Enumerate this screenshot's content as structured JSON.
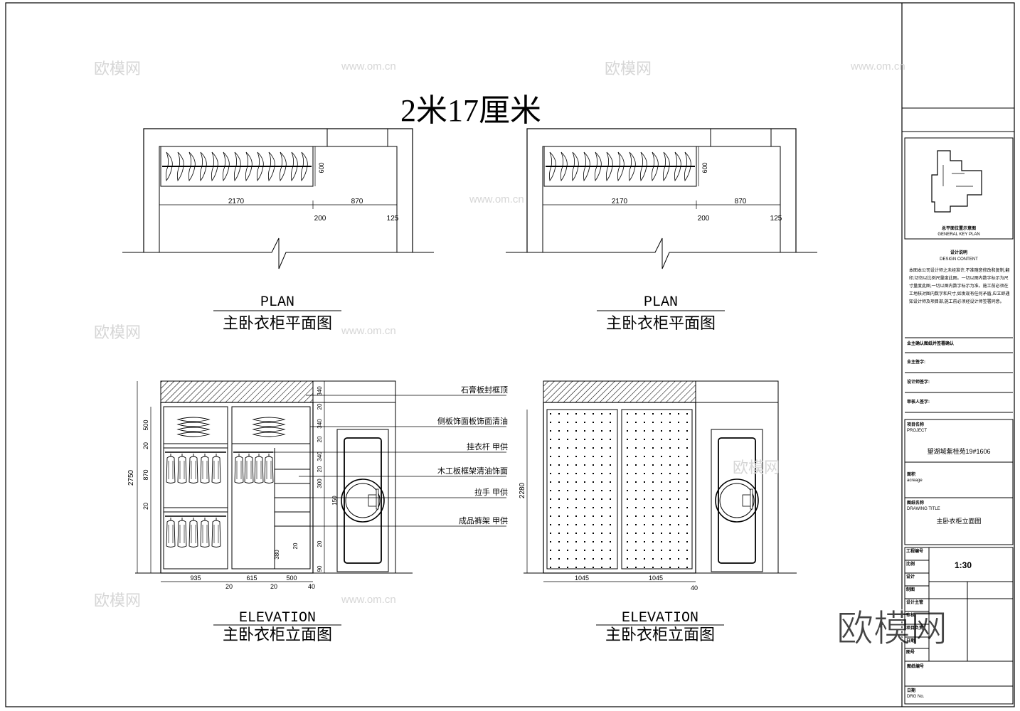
{
  "drawing": {
    "main_title": "2米17厘米",
    "plan_views": [
      {
        "label_en": "PLAN",
        "label_cn": "主卧衣柜平面图",
        "dims": {
          "width_main": "2170",
          "width_side": "870",
          "depth": "600",
          "gap": "200",
          "side_gap": "125"
        }
      },
      {
        "label_en": "PLAN",
        "label_cn": "主卧衣柜平面图",
        "dims": {
          "width_main": "2170",
          "width_side": "870",
          "depth": "600",
          "gap": "200",
          "side_gap": "125"
        }
      }
    ],
    "elevation_left": {
      "label_en": "ELEVATION",
      "label_cn": "主卧衣柜立面图",
      "height_total": "2750",
      "left_dims": [
        "500",
        "20",
        "870",
        "20"
      ],
      "right_dims": [
        "340",
        "20",
        "340",
        "20",
        "340",
        "20",
        "300",
        "20",
        "90"
      ],
      "bottom_dims": [
        "935",
        "615",
        "500"
      ],
      "bottom_small": [
        "20",
        "20",
        "40"
      ],
      "inner_dims": [
        "150",
        "380",
        "20"
      ],
      "callouts": [
        "石膏板封框顶",
        "侧板饰面板饰面清油",
        "挂衣杆  甲供",
        "木工板框架清油饰面",
        "拉手  甲供",
        "成品裤架  甲供"
      ]
    },
    "elevation_right": {
      "label_en": "ELEVATION",
      "label_cn": "主卧衣柜立面图",
      "height_total": "2280",
      "bottom_dims": [
        "1045",
        "1045"
      ],
      "bottom_small": [
        "40"
      ]
    },
    "watermarks": {
      "logo": "欧模网",
      "url": "www.om.cn",
      "brand": "欧模网"
    }
  },
  "title_block": {
    "keyplan_caption": "总平面位置示意图",
    "keyplan_caption_en": "GENERAL KEY PLAN",
    "notes_title": "设计说明",
    "notes_title_en": "DESIGN CONTENT",
    "notes_body": "本图本公司设计师之未经准许,不准随意修改和复制,翻印,切勿以比例尺量度此图。一切以图内数字标示为尺寸量度此图,一切以图内数字标示为准。施工前必须在工地核对图内数字和尺寸,如发现有任何矛盾,应立即通知设计师及项目部,施工前必须经设计师签署同意。",
    "owner_row": "业主签字:",
    "designer_row": "设计师签字:",
    "approver_row": "审核人签字:",
    "confirm_row": "业主确认图纸并签署确认",
    "project_label": "项目名称",
    "project_label_en": "PROJECT",
    "project_value": "望湖城紫桂苑19#1606",
    "area_label": "面积",
    "area_label_en": "acreage",
    "drawing_name_label": "图纸名称",
    "drawing_name_label_en": "DRAWING TITLE",
    "drawing_name_value": "主卧衣柜立面图",
    "scale_value": "1:30",
    "rows": [
      "工程编号",
      "比例",
      "设计",
      "制图",
      "设计主管",
      "审核",
      "项目负责",
      "日期",
      "图号"
    ],
    "drawing_no_label": "图纸编号",
    "date_label": "日期",
    "rev_label": "DRG No."
  }
}
